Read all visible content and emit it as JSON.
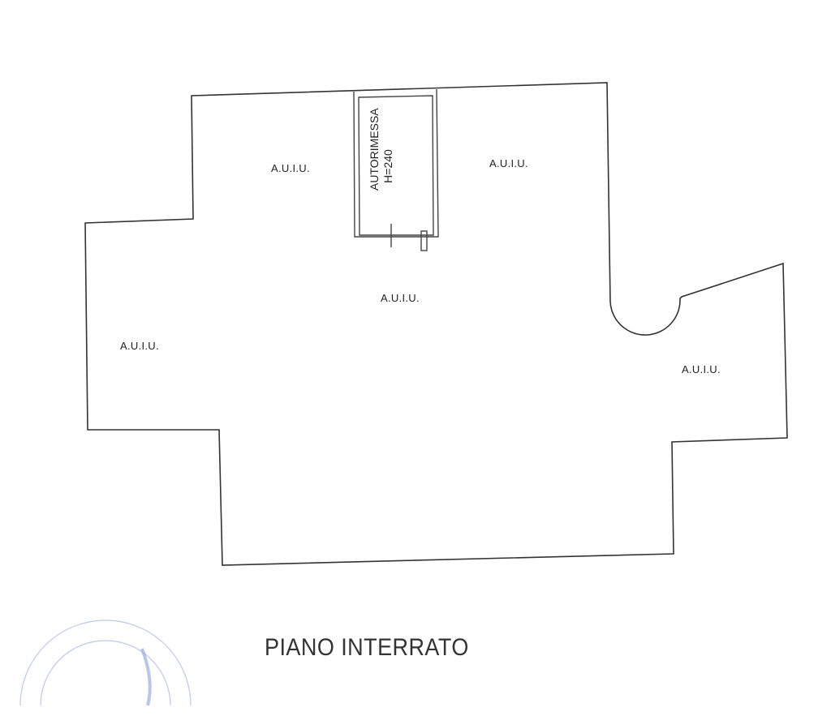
{
  "plan": {
    "rooms": [
      {
        "label": "A.U.I.U."
      },
      {
        "label": "A.U.I.U."
      },
      {
        "label": "A.U.I.U."
      },
      {
        "label": "A.U.I.U."
      },
      {
        "label": "A.U.I.U."
      }
    ],
    "garage": {
      "name": "AUTORIMESSA",
      "height": "H=240"
    },
    "title": "PIANO INTERRATO"
  },
  "colors": {
    "line": "#333333",
    "stamp": "#5a78d0"
  }
}
